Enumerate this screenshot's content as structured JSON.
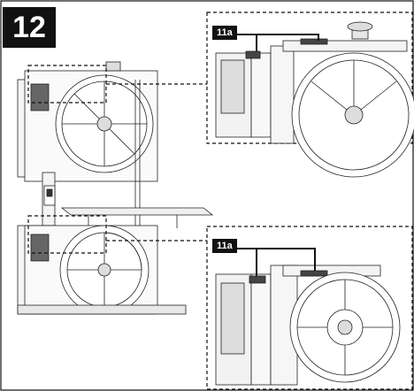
{
  "step": {
    "number": "12"
  },
  "callouts": {
    "top_label": "11a",
    "bottom_label": "11a"
  },
  "icons": {
    "top_detail": "band-saw-upper-guide-detail",
    "bottom_detail": "band-saw-lower-guide-detail",
    "overview": "band-saw-overview"
  },
  "colors": {
    "ink": "#111111",
    "dark_part": "#444444",
    "frame": "#888888"
  }
}
